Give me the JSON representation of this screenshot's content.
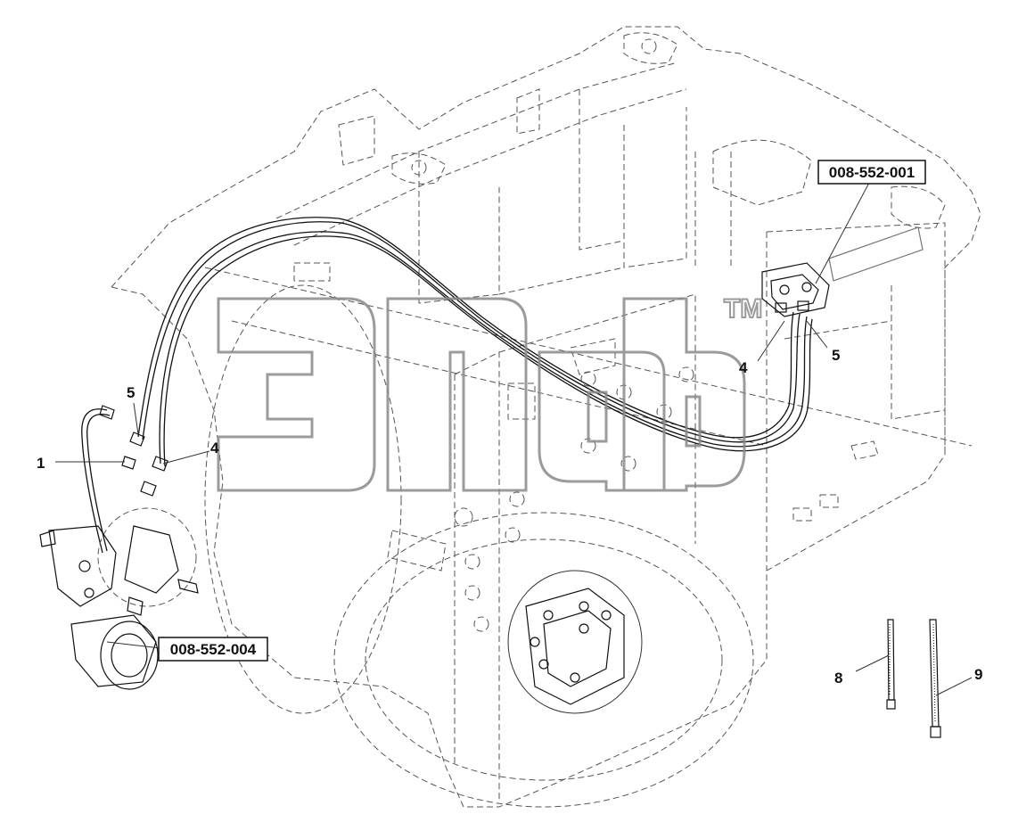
{
  "references": [
    {
      "id": "ref-valve",
      "text": "008-552-001"
    },
    {
      "id": "ref-motor",
      "text": "008-552-004"
    }
  ],
  "callouts": {
    "left_1": "1",
    "left_4": "4",
    "left_5": "5",
    "right_4": "4",
    "right_5": "5",
    "tie_8": "8",
    "tie_9": "9"
  },
  "watermark": {
    "trademark": "TM"
  }
}
